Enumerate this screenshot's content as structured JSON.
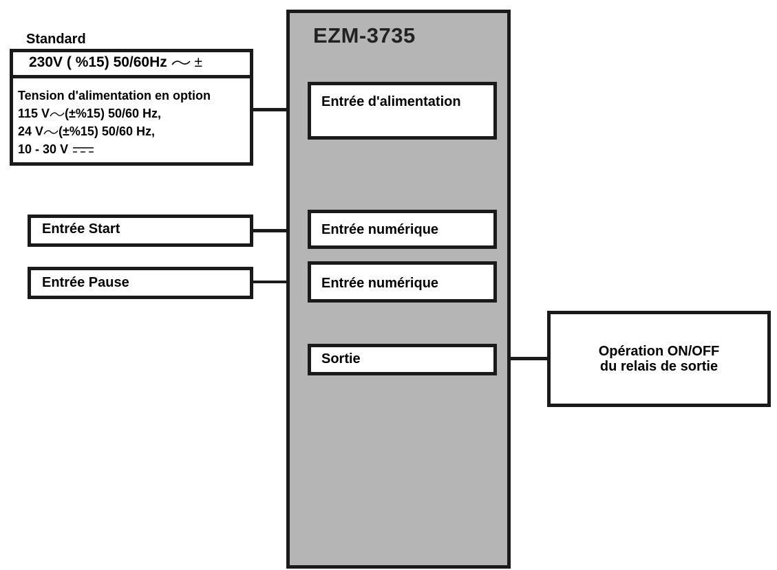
{
  "device": {
    "title": "EZM-3735"
  },
  "supply": {
    "standard_label": "Standard",
    "standard_value": "230V ( %15) 50/60Hz",
    "standard_tail": "±",
    "option_title": "Tension d'alimentation en option",
    "option_line1_a": "115 V",
    "option_line1_b": "(±%15)  50/60 Hz,",
    "option_line2_a": "24 V",
    "option_line2_b": "(±%15)  50/60 Hz,",
    "option_line3_a": "10",
    "option_line3_b": "- 30 V"
  },
  "inputs": {
    "power": "Entrée d'alimentation",
    "start": "Entrée Start",
    "pause": "Entrée Pause",
    "digital_1": "Entrée numérique",
    "digital_2": "Entrée numérique"
  },
  "outputs": {
    "sortie": "Sortie",
    "relay_line1": "Opération ON/OFF",
    "relay_line2": "du relais de sortie"
  }
}
